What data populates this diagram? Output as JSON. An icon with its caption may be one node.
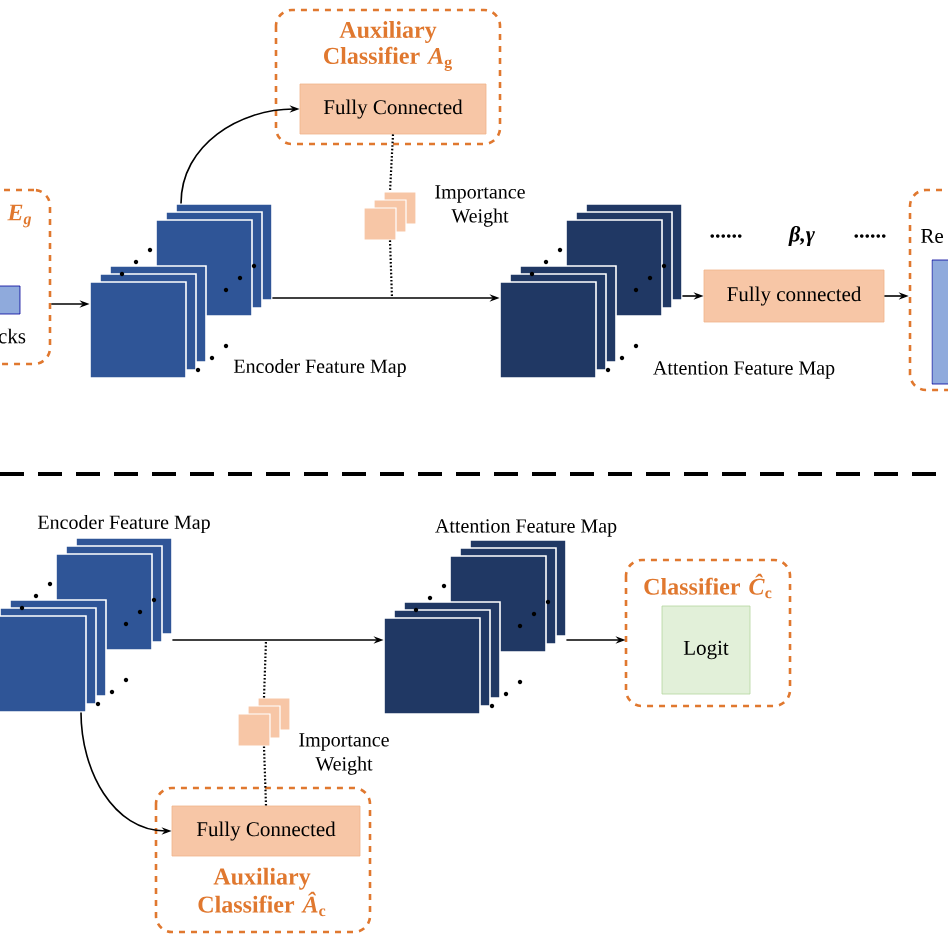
{
  "diagram": {
    "nodes": [
      {
        "text": [
          "E$_{g}$",
          "cks"
        ]
      },
      {
        "text": [
          "Auxiliary Classifier *A*$_{g}$"
        ]
      },
      {
        "text": [
          "Fully Connected"
        ],
        "in": 1
      },
      {
        "text": [],
        "shape": "box",
        "beside": [
          "Encoder Feature Map"
        ]
      },
      {
        "text": [],
        "shape": "box"
      },
      {
        "text": [],
        "shape": "box",
        "beside": [
          "Attention Feature Map"
        ]
      },
      {
        "text": [
          "Fully connected"
        ]
      },
      {
        "text": [
          "Re"
        ]
      },
      {
        "text": [],
        "shape": "box",
        "beside": [
          "Encoder Feature Map"
        ]
      },
      {
        "text": [],
        "shape": "box",
        "beside": [
          "Attention Feature Map"
        ]
      },
      {
        "text": [],
        "shape": "box"
      },
      {
        "text": [
          "Auxiliary Classifier *Â*$_{c}$"
        ]
      },
      {
        "text": [
          "Fully Connected"
        ],
        "in": 11
      },
      {
        "text": [
          "Classifier *Ĉ*$_{c}$"
        ]
      },
      {
        "text": [
          "Logit"
        ],
        "in": 13
      }
    ],
    "edges": [
      {
        "from": 0,
        "to": 3,
        "arrow": "to"
      },
      {
        "from": 3,
        "to": 2,
        "arrow": "to"
      },
      {
        "from": 2,
        "to": 4,
        "arrow": "none",
        "style": "dashed"
      },
      {
        "from": 4,
        "to": null,
        "arrow": "none",
        "style": "dashed"
      },
      {
        "from": 3,
        "to": 5,
        "arrow": "to"
      },
      {
        "from": 5,
        "to": 6,
        "arrow": "to"
      },
      {
        "from": 6,
        "to": 7,
        "arrow": "to"
      },
      {
        "from": 8,
        "to": 9,
        "arrow": "to"
      },
      {
        "from": 8,
        "to": 12,
        "arrow": "to"
      },
      {
        "from": 10,
        "to": 12,
        "arrow": "none",
        "style": "dashed"
      },
      {
        "from": 10,
        "to": null,
        "arrow": "none",
        "style": "dashed"
      },
      {
        "from": 9,
        "to": 13,
        "arrow": "to"
      }
    ],
    "labels": [
      "Importance Weight",
      "......",
      "β,γ",
      "......",
      "Importance Weight"
    ]
  }
}
